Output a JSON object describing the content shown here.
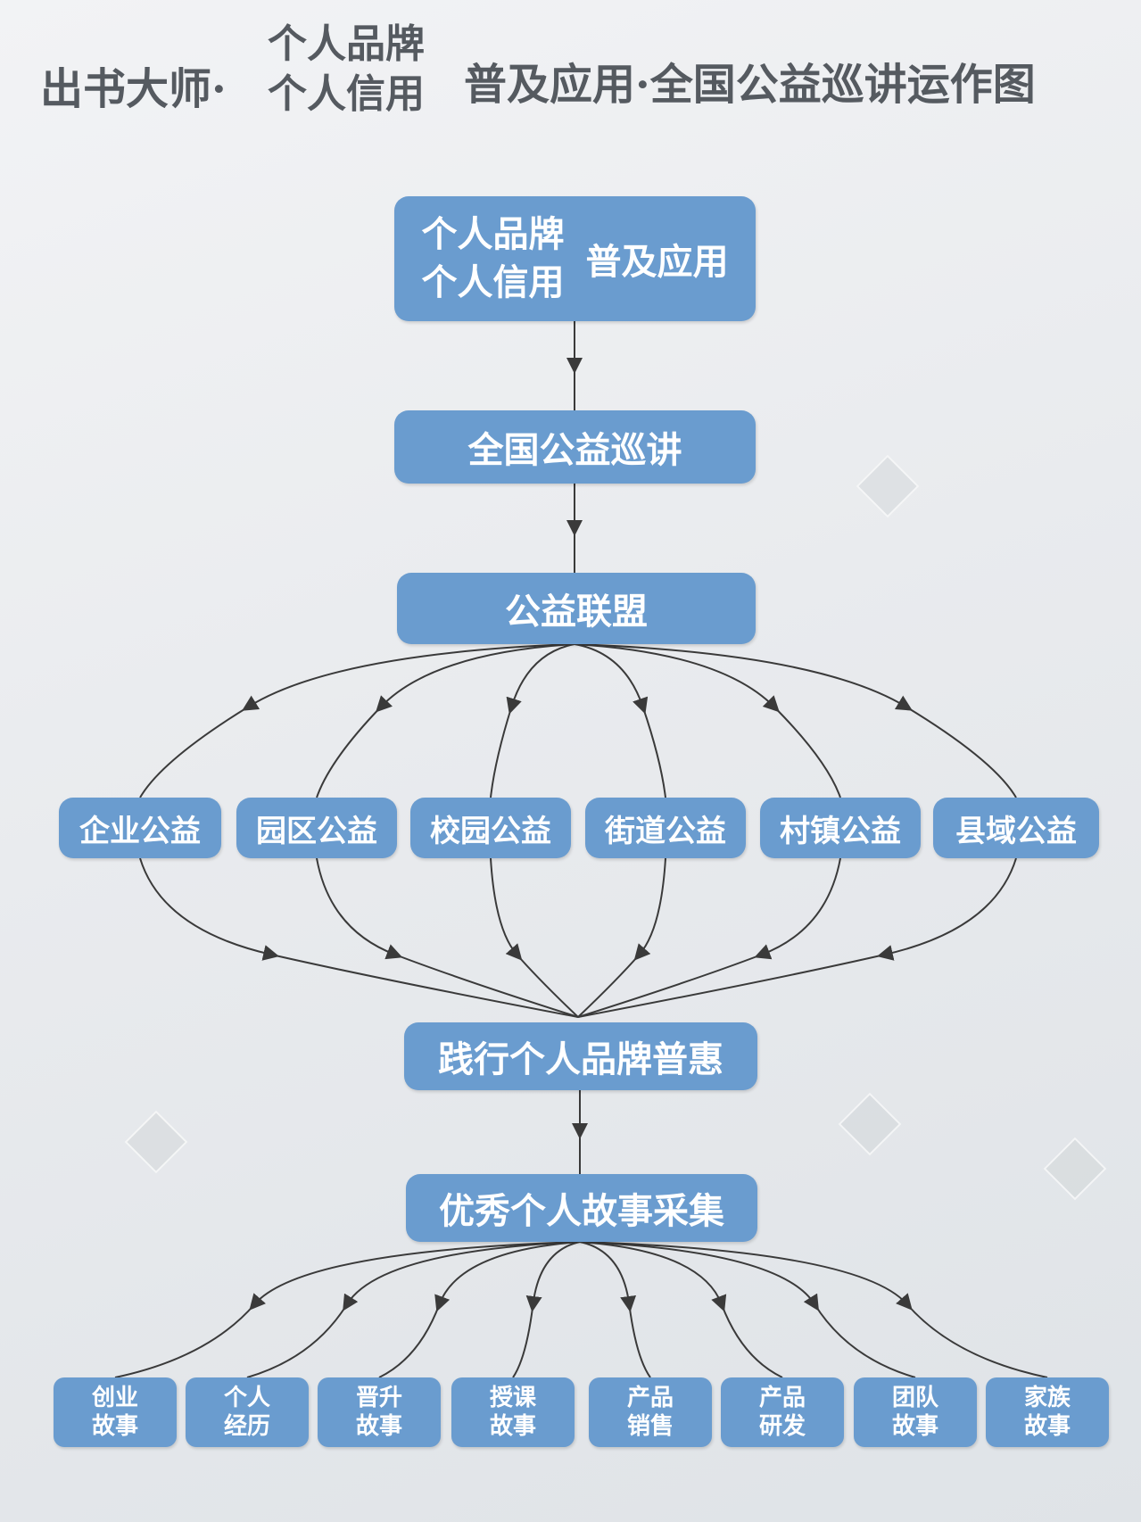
{
  "header": {
    "prefix": "出书大师·",
    "stack_line1": "个人品牌",
    "stack_line2": "个人信用",
    "suffix": "普及应用·全国公益巡讲运作图"
  },
  "nodes": {
    "top": {
      "line1": "个人品牌",
      "line2": "个人信用",
      "right": "普及应用"
    },
    "tour": "全国公益巡讲",
    "alliance": "公益联盟",
    "branches": [
      "企业公益",
      "园区公益",
      "校园公益",
      "街道公益",
      "村镇公益",
      "县域公益"
    ],
    "practice": "践行个人品牌普惠",
    "collect": "优秀个人故事采集",
    "leaves": [
      [
        "创业",
        "故事"
      ],
      [
        "个人",
        "经历"
      ],
      [
        "晋升",
        "故事"
      ],
      [
        "授课",
        "故事"
      ],
      [
        "产品",
        "销售"
      ],
      [
        "产品",
        "研发"
      ],
      [
        "团队",
        "故事"
      ],
      [
        "家族",
        "故事"
      ]
    ]
  },
  "colors": {
    "box_fill": "#6a9ccf",
    "box_text": "#ffffff",
    "title_text": "#555a60",
    "line": "#3a3a3a"
  }
}
